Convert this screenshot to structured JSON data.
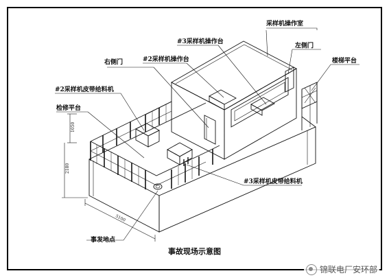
{
  "diagram": {
    "caption": "事故现场示意图",
    "labels": {
      "sampler_room": "采样机操作室",
      "console3": "#3采样机操作台",
      "console2": "#2采样机操作台",
      "right_door": "右侧门",
      "left_door": "左侧门",
      "stair_platform": "楼梯平台",
      "belt_feeder2": "#2采样机皮带给料机",
      "repair_platform": "检修平台",
      "belt_feeder3": "#3采样机皮带给料机",
      "accident_point": "事发地点"
    },
    "dimensions": {
      "rail_height": "1050",
      "platform_height": "2180",
      "platform_length": "5100"
    }
  },
  "watermark": {
    "text": "锦联电厂安环部"
  },
  "colors": {
    "line": "#111111",
    "frame": "#000000",
    "background": "#ffffff"
  }
}
